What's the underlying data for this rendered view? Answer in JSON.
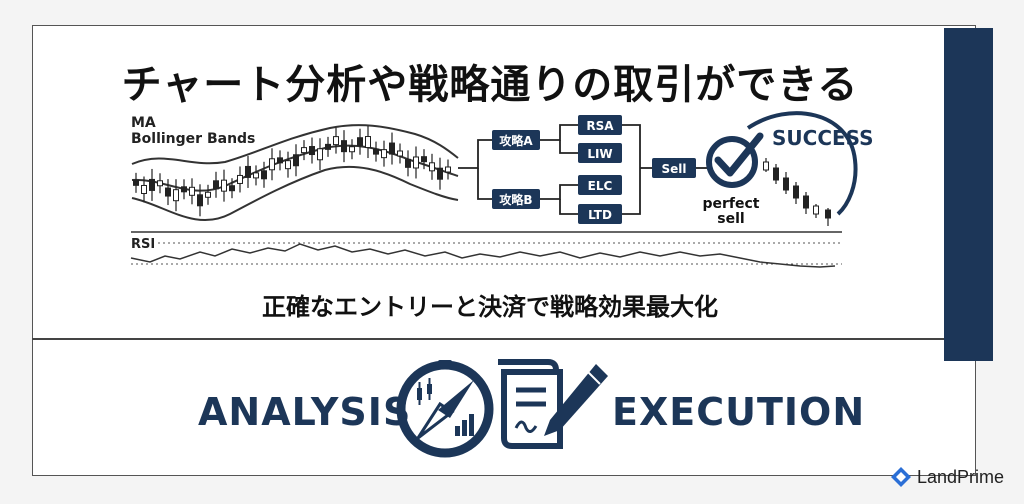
{
  "title": "チャート分析や戦略通りの取引ができる",
  "legend": {
    "line1": "MA",
    "line2": "Bollinger Bands"
  },
  "rsi_label": "RSI",
  "flow": {
    "strategy_a": "攻略A",
    "strategy_b": "攻略B",
    "nodes": [
      "RSA",
      "LIW",
      "ELC",
      "LTD"
    ],
    "sell": "Sell"
  },
  "success": {
    "label": "SUCCESS",
    "line1": "perfect",
    "line2": "sell"
  },
  "subtitle": "正確なエントリーと決済で戦略効果最大化",
  "bottom": {
    "left_word": "ANALYSIS",
    "right_word": "EXECUTION"
  },
  "brand": {
    "name": "LandPrime",
    "logo_icon": "diamond-logo-icon"
  },
  "colors": {
    "navy": "#1c3658",
    "accent_blue": "#2b6fd6"
  }
}
